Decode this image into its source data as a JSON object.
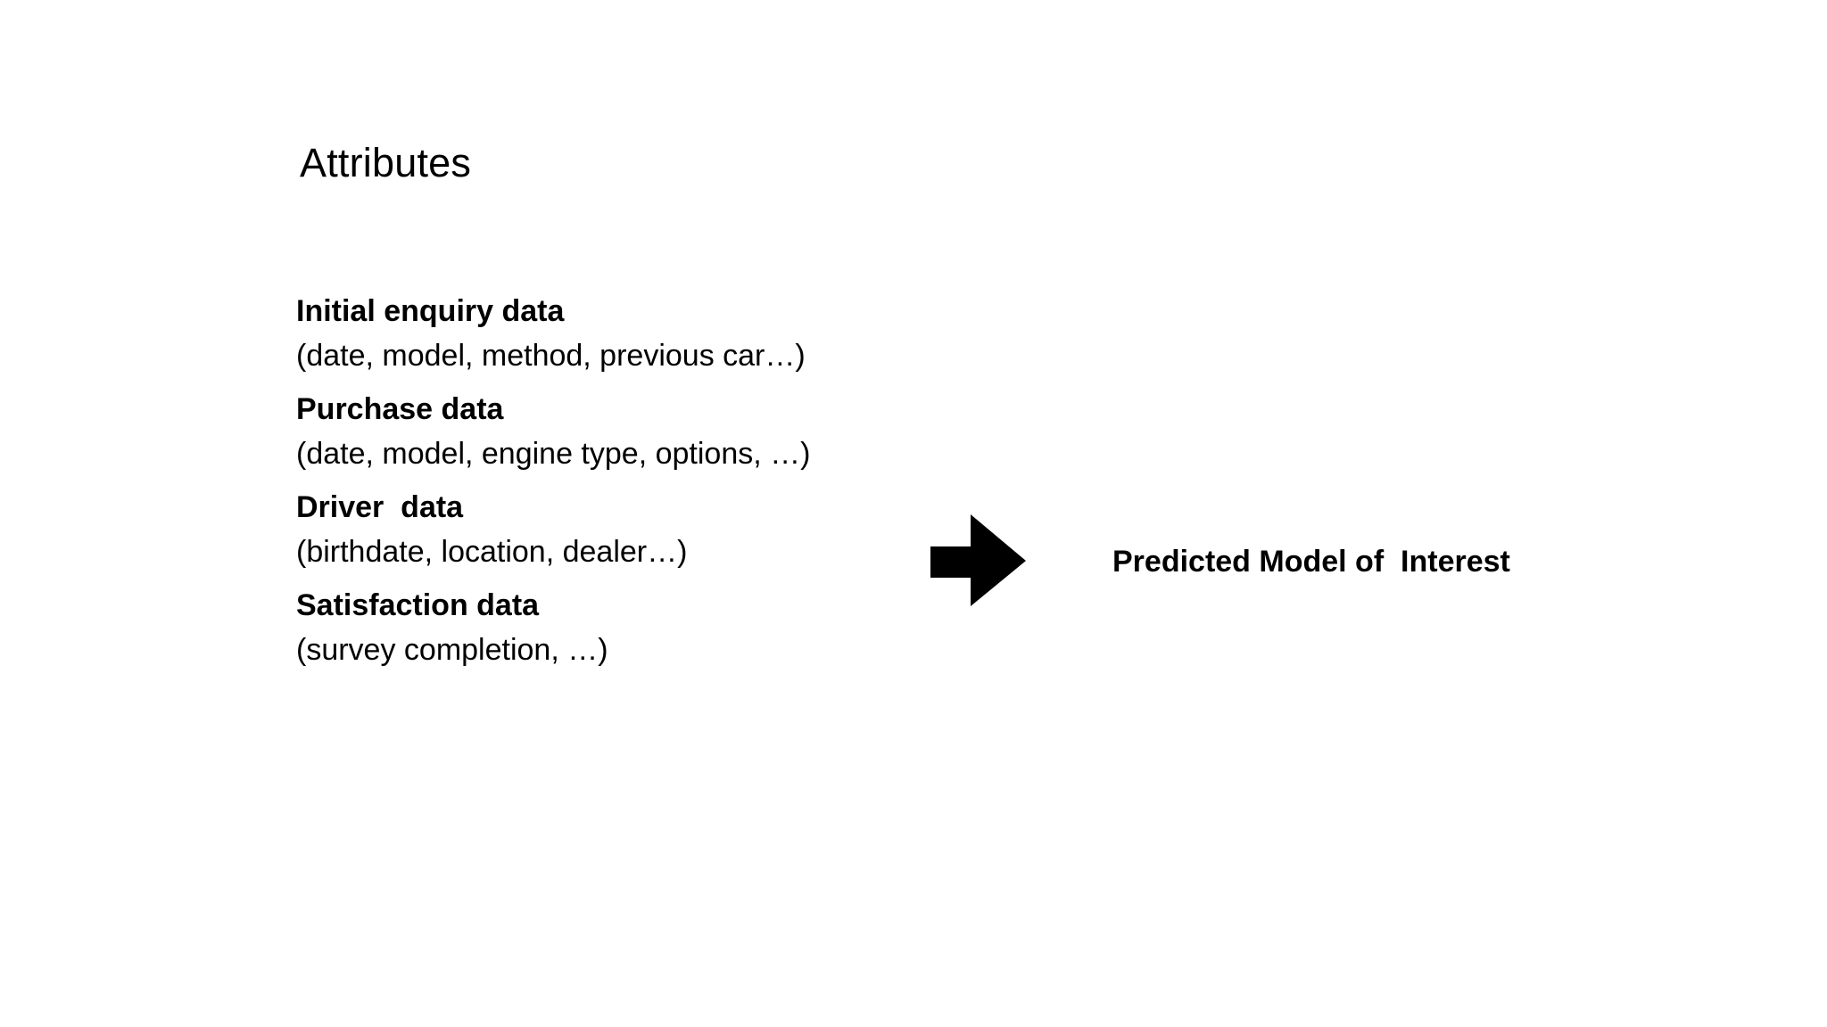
{
  "slide": {
    "title": "Attributes",
    "background_color": "#ffffff",
    "text_color": "#000000"
  },
  "attributes": {
    "groups": [
      {
        "heading": "Initial enquiry data",
        "detail": "(date, model, method, previous car…)"
      },
      {
        "heading": "Purchase data",
        "detail": "(date, model, engine type, options, …)"
      },
      {
        "heading": "Driver  data",
        "detail": "(birthdate, location, dealer…)"
      },
      {
        "heading": "Satisfaction data",
        "detail": "(survey completion, …)"
      }
    ]
  },
  "flow": {
    "arrow_icon": "right-arrow-icon",
    "arrow_color": "#000000",
    "output_label": "Predicted Model of  Interest"
  }
}
